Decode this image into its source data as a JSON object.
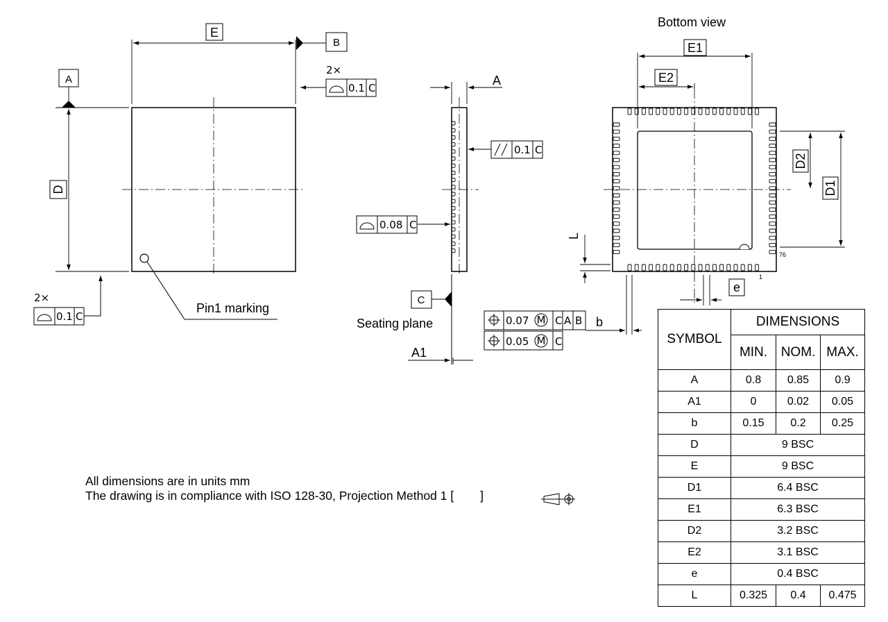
{
  "views": {
    "bottom_view_title": "Bottom view",
    "pin1_marking": "Pin1 marking",
    "seating_plane": "Seating plane"
  },
  "datums": {
    "a": "A",
    "b": "B",
    "c": "C"
  },
  "dim_labels": {
    "d": "D",
    "e": "E",
    "a": "A",
    "a1": "A1",
    "b": "b",
    "d1": "D1",
    "e1": "E1",
    "d2": "D2",
    "e2": "E2",
    "e_pitch": "e",
    "l": "L"
  },
  "pin_numbers": {
    "first": "1",
    "last": "76"
  },
  "tolerances": {
    "count_2x": "2×",
    "profile_top": "0.1",
    "profile_bottom": "0.1",
    "parallelism": "0.1",
    "profile_side": "0.08",
    "position_1": "0.07",
    "position_2": "0.05",
    "material_condition": "M",
    "datum_c": "C",
    "datum_a": "A",
    "datum_b": "B"
  },
  "notes": {
    "line1": "All dimensions are in units mm",
    "line2": "The drawing is in compliance with ISO 128-30, Projection Method 1 [",
    "line2_end": "]"
  },
  "table": {
    "symbol_header": "SYMBOL",
    "dimensions_header": "DIMENSIONS",
    "min_header": "MIN.",
    "nom_header": "NOM.",
    "max_header": "MAX.",
    "rows": [
      {
        "symbol": "A",
        "min": "0.8",
        "nom": "0.85",
        "max": "0.9"
      },
      {
        "symbol": "A1",
        "min": "0",
        "nom": "0.02",
        "max": "0.05"
      },
      {
        "symbol": "b",
        "min": "0.15",
        "nom": "0.2",
        "max": "0.25"
      },
      {
        "symbol": "D",
        "value": "9 BSC"
      },
      {
        "symbol": "E",
        "value": "9 BSC"
      },
      {
        "symbol": "D1",
        "value": "6.4 BSC"
      },
      {
        "symbol": "E1",
        "value": "6.3 BSC"
      },
      {
        "symbol": "D2",
        "value": "3.2 BSC"
      },
      {
        "symbol": "E2",
        "value": "3.1 BSC"
      },
      {
        "symbol": "e",
        "value": "0.4 BSC"
      },
      {
        "symbol": "L",
        "min": "0.325",
        "nom": "0.4",
        "max": "0.475"
      }
    ]
  }
}
